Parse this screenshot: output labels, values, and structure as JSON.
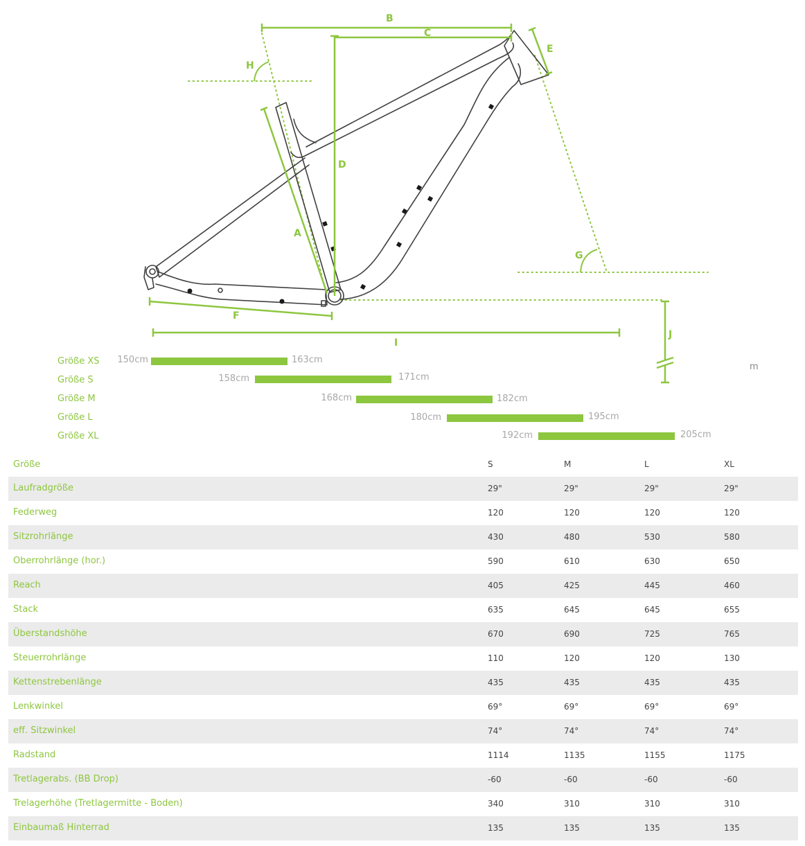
{
  "diagram": {
    "labels": {
      "A": "A",
      "B": "B",
      "C": "C",
      "D": "D",
      "E": "E",
      "F": "F",
      "G": "G",
      "H": "H",
      "I": "I",
      "J": "J"
    },
    "accent_color": "#8dc63f",
    "frame_color": "#3f3f3f"
  },
  "rider_sizes": [
    {
      "label": "Größe XS",
      "min": "150cm",
      "max": "163cm"
    },
    {
      "label": "Größe S",
      "min": "158cm",
      "max": "171cm"
    },
    {
      "label": "Größe M",
      "min": "168cm",
      "max": "182cm"
    },
    {
      "label": "Größe L",
      "min": "180cm",
      "max": "195cm"
    },
    {
      "label": "Größe XL",
      "min": "192cm",
      "max": "205cm"
    }
  ],
  "unit_note": "m",
  "table": {
    "header": {
      "label": "Größe",
      "sizes": [
        "S",
        "M",
        "L",
        "XL"
      ]
    },
    "rows": [
      {
        "label": "Laufradgröße",
        "values": [
          "29\"",
          "29\"",
          "29\"",
          "29\""
        ]
      },
      {
        "label": "Federweg",
        "values": [
          "120",
          "120",
          "120",
          "120"
        ]
      },
      {
        "label": "Sitzrohrlänge",
        "values": [
          "430",
          "480",
          "530",
          "580"
        ]
      },
      {
        "label": "Oberrohrlänge (hor.)",
        "values": [
          "590",
          "610",
          "630",
          "650"
        ]
      },
      {
        "label": "Reach",
        "values": [
          "405",
          "425",
          "445",
          "460"
        ]
      },
      {
        "label": "Stack",
        "values": [
          "635",
          "645",
          "645",
          "655"
        ]
      },
      {
        "label": "Überstandshöhe",
        "values": [
          "670",
          "690",
          "725",
          "765"
        ]
      },
      {
        "label": "Steuerrohrlänge",
        "values": [
          "110",
          "120",
          "120",
          "130"
        ]
      },
      {
        "label": "Kettenstrebenlänge",
        "values": [
          "435",
          "435",
          "435",
          "435"
        ]
      },
      {
        "label": "Lenkwinkel",
        "values": [
          "69°",
          "69°",
          "69°",
          "69°"
        ]
      },
      {
        "label": "eff. Sitzwinkel",
        "values": [
          "74°",
          "74°",
          "74°",
          "74°"
        ]
      },
      {
        "label": "Radstand",
        "values": [
          "1114",
          "1135",
          "1155",
          "1175"
        ]
      },
      {
        "label": "Tretlagerabs. (BB Drop)",
        "values": [
          "-60",
          "-60",
          "-60",
          "-60"
        ]
      },
      {
        "label": "Trelagerhöhe (Tretlagermitte - Boden)",
        "values": [
          "340",
          "310",
          "310",
          "310"
        ]
      },
      {
        "label": "Einbaumaß Hinterrad",
        "values": [
          "135",
          "135",
          "135",
          "135"
        ]
      }
    ]
  }
}
